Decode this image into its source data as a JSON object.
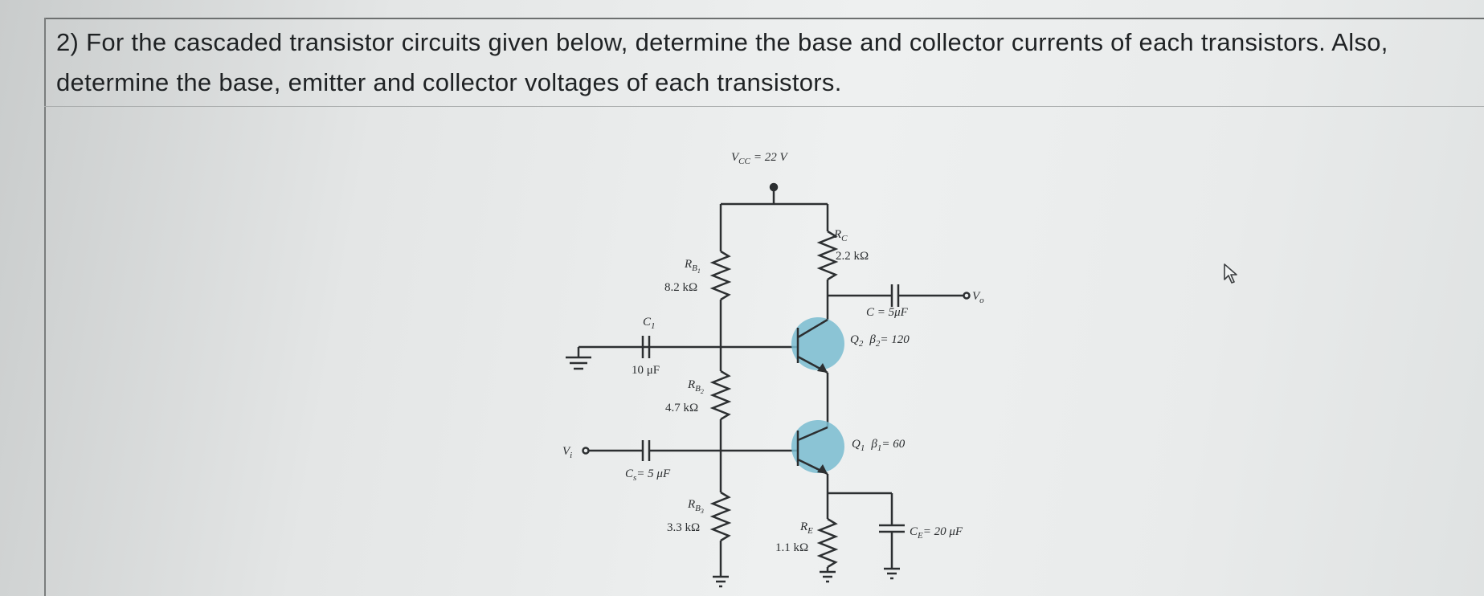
{
  "question": {
    "text": "2) For the cascaded transistor circuits given below, determine the base and collector currents of each transistors. Also, determine the base, emitter and collector voltages of each transistors."
  },
  "circuit": {
    "vcc": "V",
    "vcc_sub": "CC",
    "vcc_value": "= 22 V",
    "rc_name": "R",
    "rc_sub": "C",
    "rc_value": "2.2 kΩ",
    "rb1_name": "R",
    "rb1_sub": "B",
    "rb1_subsub": "1",
    "rb1_value": "8.2 kΩ",
    "rb2_name": "R",
    "rb2_sub": "B",
    "rb2_subsub": "2",
    "rb2_value": "4.7 kΩ",
    "rb3_name": "R",
    "rb3_sub": "B",
    "rb3_subsub": "3",
    "rb3_value": "3.3 kΩ",
    "re_name": "R",
    "re_sub": "E",
    "re_value": "1.1 kΩ",
    "c1_name": "C",
    "c1_sub": "1",
    "c1_value": "10 μF",
    "cs_label": "C",
    "cs_sub": "s",
    "cs_value": "= 5 μF",
    "cout_label": "C = 5μF",
    "ce_label": "C",
    "ce_sub": "E",
    "ce_value": "= 20 μF",
    "q2_label": "Q",
    "q2_sub": "2",
    "q2_beta": "β",
    "q2_beta_sub": "2",
    "q2_beta_value": "= 120",
    "q1_label": "Q",
    "q1_sub": "1",
    "q1_beta": "β",
    "q1_beta_sub": "1",
    "q1_beta_value": "= 60",
    "vi": "V",
    "vi_sub": "i",
    "vo": "V",
    "vo_sub": "o"
  },
  "colors": {
    "transistor_highlight": "#79bcd0",
    "wire": "#2c2f31"
  }
}
